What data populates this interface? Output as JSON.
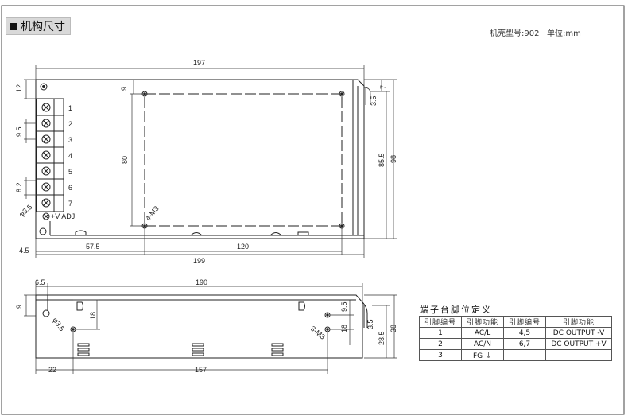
{
  "section_title": "机构尺寸",
  "model_label": "机壳型号:902",
  "unit_label": "单位:mm",
  "top_view": {
    "width_197": "197",
    "width_199": "199",
    "dim_57_5": "57.5",
    "dim_120": "120",
    "dim_4_5": "4.5",
    "dim_12": "12",
    "dim_9_top": "9",
    "dim_9_5": "9.5",
    "dim_8_2": "8.2",
    "dim_80": "80",
    "dim_85_5": "85.5",
    "dim_98": "98",
    "dim_7": "7",
    "dim_3_5": "3.5",
    "hole_label": "4-M3",
    "mount_hole": "φ3.5",
    "terminals": [
      "1",
      "2",
      "3",
      "4",
      "5",
      "6",
      "7"
    ],
    "adj_label": "+V ADJ."
  },
  "side_view": {
    "dim_6_5": "6.5",
    "dim_190": "190",
    "dim_9": "9",
    "dim_18_left": "18",
    "dim_22": "22",
    "dim_157": "157",
    "dim_9_5": "9.5",
    "dim_18_right": "18",
    "dim_3_5": "3.5",
    "dim_28_5": "28.5",
    "dim_38": "38",
    "hole_label": "3-M3",
    "mount_hole": "φ3.5"
  },
  "pin_table": {
    "title": "端子台脚位定义",
    "headers": [
      "引脚编号",
      "引脚功能",
      "引脚编号",
      "引脚功能"
    ],
    "rows": [
      [
        "1",
        "AC/L",
        "4,5",
        "DC OUTPUT -V"
      ],
      [
        "2",
        "AC/N",
        "6,7",
        "DC OUTPUT +V"
      ],
      [
        "3",
        "FG ⏚",
        "",
        ""
      ]
    ]
  }
}
